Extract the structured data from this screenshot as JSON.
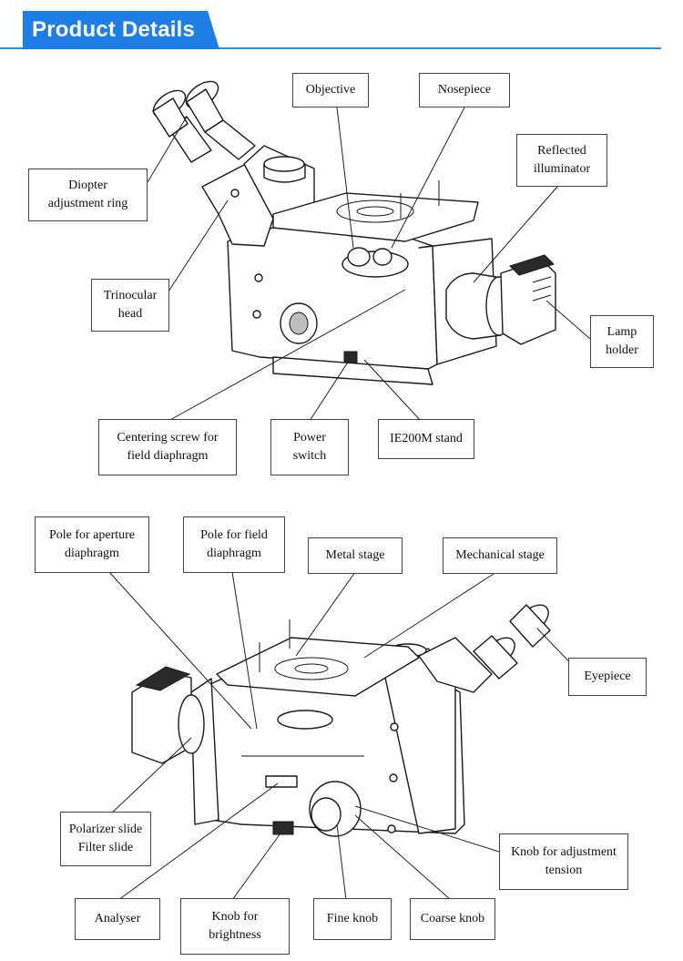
{
  "header": {
    "title": "Product Details"
  },
  "top_labels": {
    "objective": "Objective",
    "nosepiece": "Nosepiece",
    "reflected_illuminator": "Reflected\nilluminator",
    "diopter_ring": "Diopter\nadjustment ring",
    "trinocular_head": "Trinocular\nhead",
    "lamp_holder": "Lamp\nholder",
    "centering_screw": "Centering screw for\nfield diaphragm",
    "power_switch": "Power\nswitch",
    "stand": "IE200M stand"
  },
  "bottom_labels": {
    "pole_aperture": "Pole for aperture\ndiaphragm",
    "pole_field": "Pole for field\ndiaphragm",
    "metal_stage": "Metal stage",
    "mechanical_stage": "Mechanical stage",
    "eyepiece": "Eyepiece",
    "polarizer_slide": "Polarizer slide\nFilter slide",
    "knob_adjustment_tension": "Knob for adjustment\ntension",
    "analyser": "Analyser",
    "knob_brightness": "Knob for\nbrightness",
    "fine_knob": "Fine knob",
    "coarse_knob": "Coarse knob"
  },
  "colors": {
    "banner": "#1e7ee6",
    "rule": "#2f8fd8",
    "ink": "#1a1a1a"
  }
}
